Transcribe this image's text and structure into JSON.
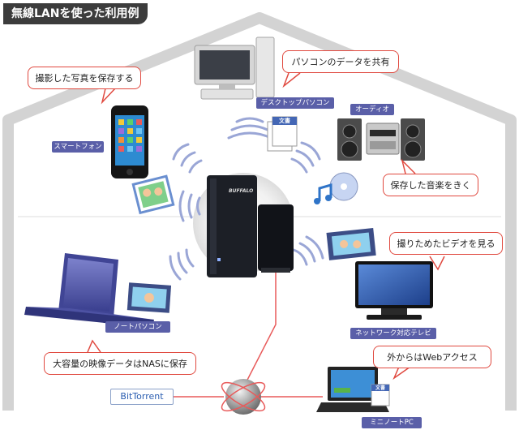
{
  "title": "無線LANを使った利用例",
  "bubbles": {
    "photo": "撮影した写真を保存する",
    "share": "パソコンのデータを共有",
    "music": "保存した音楽をきく",
    "video": "撮りためたビデオを見る",
    "nas": "大容量の映像データはNASに保存",
    "web": "外からはWebアクセス"
  },
  "tags": {
    "desktop": "デスクトップパソコン",
    "smartphone": "スマートフォン",
    "audio": "オーディオ",
    "notebook": "ノートパソコン",
    "tv": "ネットワーク対応テレビ",
    "mini": "ミニノートPC"
  },
  "bittorrent": "BitTorrent",
  "doc_label": "文書",
  "router_brand": "BUFFALO",
  "colors": {
    "house_line": "#c8c8c8",
    "bubble_border": "#e0493f",
    "tag_bg": "#5a5fa8",
    "wave": "#9aa6d6",
    "cable": "#e85a5a"
  }
}
